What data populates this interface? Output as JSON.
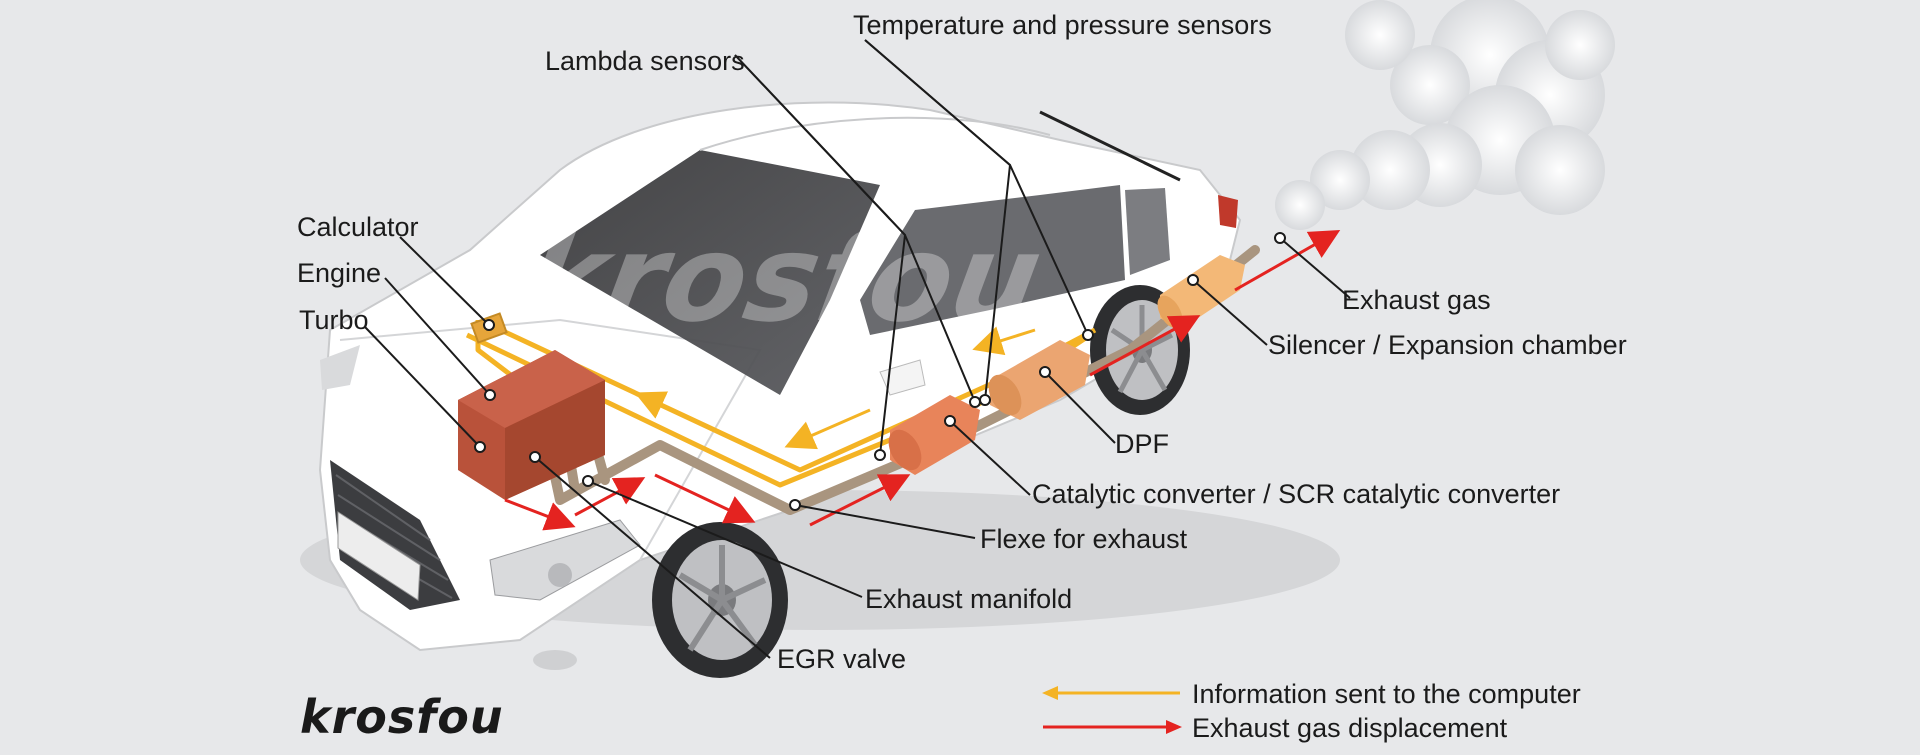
{
  "labels": {
    "temperature_pressure_sensors": "Temperature and pressure sensors",
    "lambda_sensors": "Lambda sensors",
    "calculator": "Calculator",
    "engine": "Engine",
    "turbo": "Turbo",
    "exhaust_gas": "Exhaust gas",
    "silencer": "Silencer / Expansion chamber",
    "dpf": "DPF",
    "catalytic_converter": "Catalytic converter / SCR catalytic converter",
    "flexe_for_exhaust": "Flexe for exhaust",
    "exhaust_manifold": "Exhaust manifold",
    "egr_valve": "EGR valve"
  },
  "legend": {
    "information": "Information sent to the computer",
    "exhaust_displacement": "Exhaust gas displacement"
  },
  "brand": "krosfou",
  "watermark": "krosfou",
  "colors": {
    "info_arrow": "#f4b324",
    "exhaust_arrow": "#e42320",
    "engine_block": "#b9523a",
    "exhaust_pipe": "#a9957f",
    "catalytic": "#e8845a",
    "dpf": "#eba571",
    "silencer": "#f3b877",
    "smoke": "#f2f3f5"
  }
}
